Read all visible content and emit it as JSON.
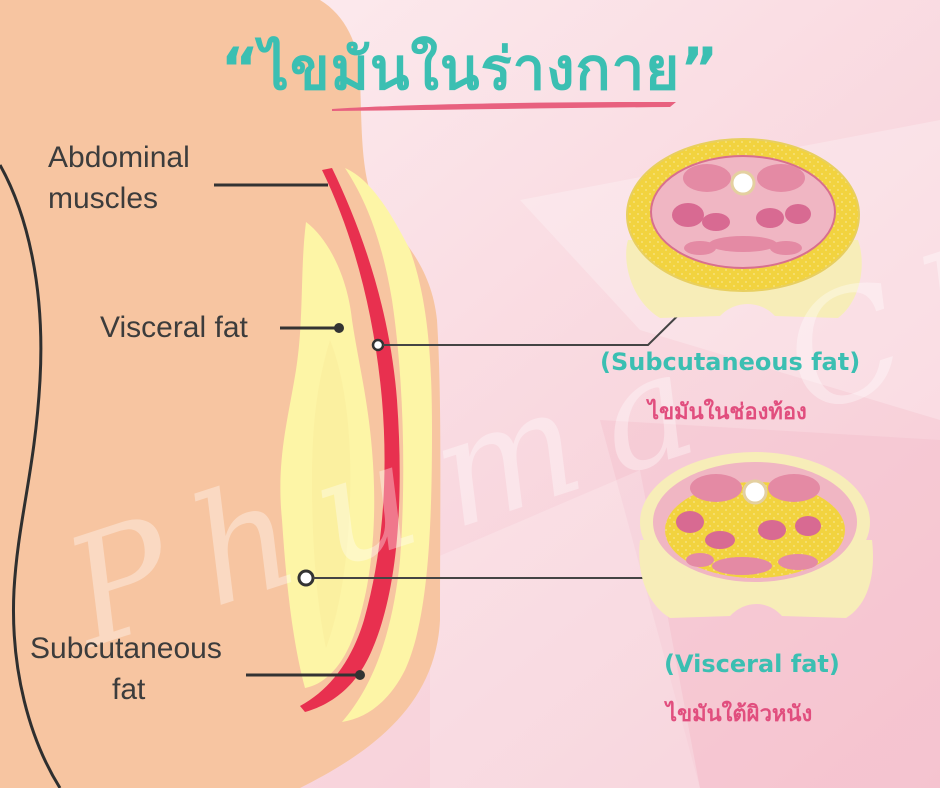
{
  "title": "“ไขมันในร่างกาย”",
  "labels": {
    "abdominal_line1": "Abdominal",
    "abdominal_line2": "muscles",
    "visceral": "Visceral fat",
    "subcutaneous_line1": "Subcutaneous",
    "subcutaneous_line2": "fat"
  },
  "cross_sections": {
    "top": {
      "english": "(Subcutaneous fat)",
      "thai": "ไขมันในช่องท้อง"
    },
    "bottom": {
      "english": "(Visceral fat)",
      "thai": "ไขมันใต้ผิวหนัง"
    }
  },
  "watermark": "Phuma Clinic",
  "colors": {
    "title": "#3bbfb2",
    "underline": "#e8617f",
    "skin": "#f7c5a1",
    "fat": "#fdf5a6",
    "muscle": "#e8304f",
    "cross_fat": "#f2d33f",
    "cross_organ": "#e48aa4",
    "thai_label": "#e14e7e"
  }
}
